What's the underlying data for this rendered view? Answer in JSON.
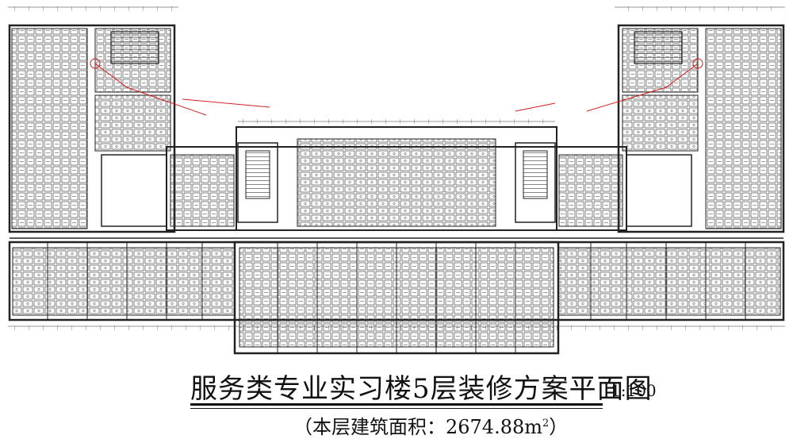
{
  "drawing": {
    "title": "服务类专业实习楼5层装修方案平面图",
    "scale": "1:100",
    "area_prefix": "（本层建筑面积：2674.88m",
    "area_sup": "2",
    "area_suffix": "）"
  },
  "colors": {
    "line": "#222222",
    "accent": "#d21e1e",
    "background": "#ffffff"
  }
}
